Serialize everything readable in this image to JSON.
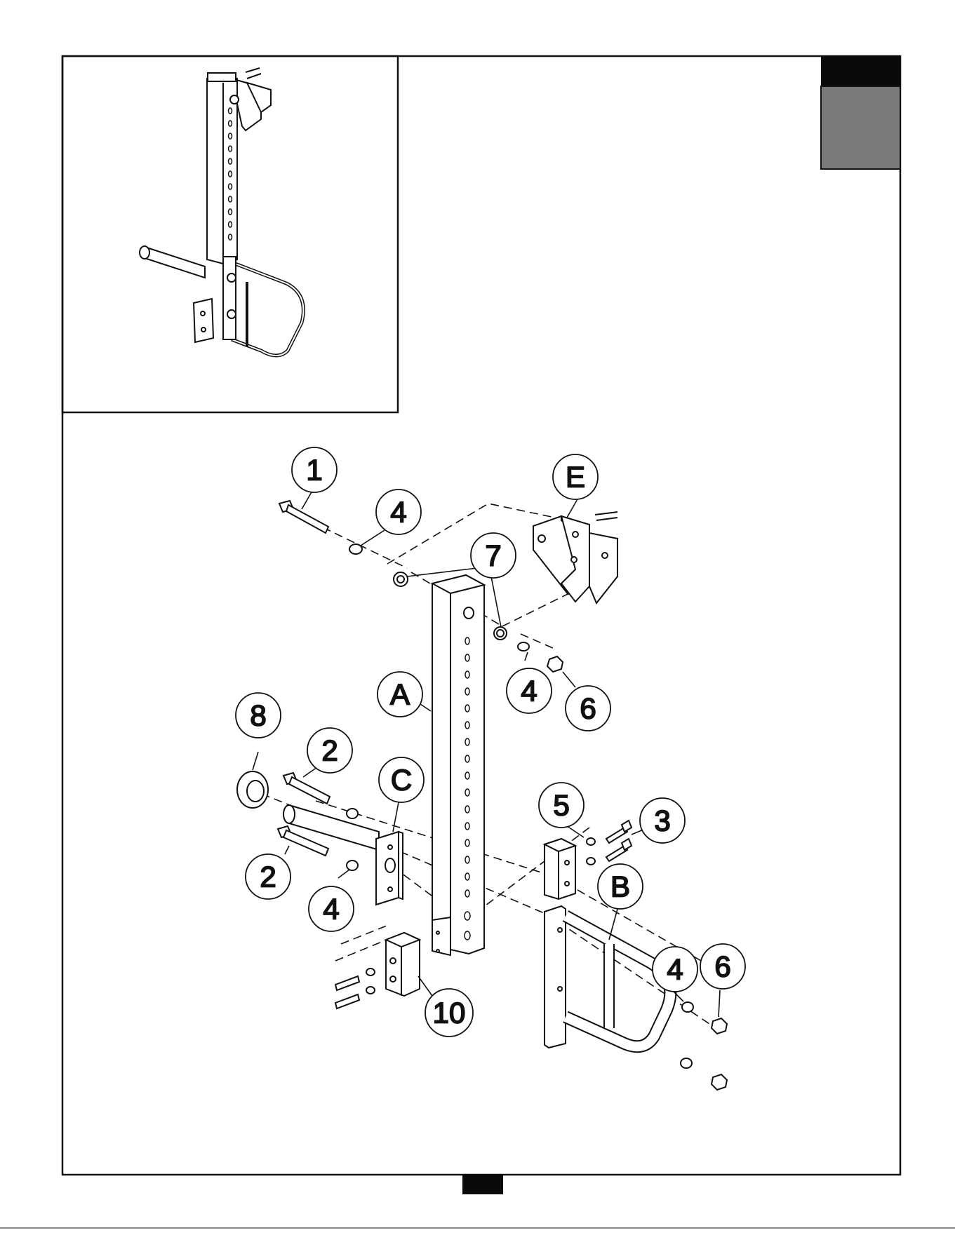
{
  "colors": {
    "ink": "#111111",
    "tab_black": "#0a0a0a",
    "tab_gray": "#7a7a7a",
    "page": "#ffffff"
  },
  "icons": {
    "step_tab": "step-tab-marker",
    "page_number_tab": "page-number-tab"
  },
  "callouts": [
    {
      "id": "part-1",
      "label": "1"
    },
    {
      "id": "part-4-top",
      "label": "4"
    },
    {
      "id": "part-7",
      "label": "7"
    },
    {
      "id": "part-E",
      "label": "E"
    },
    {
      "id": "part-A",
      "label": "A"
    },
    {
      "id": "part-4-mid",
      "label": "4"
    },
    {
      "id": "part-6-top",
      "label": "6"
    },
    {
      "id": "part-8",
      "label": "8"
    },
    {
      "id": "part-2-top",
      "label": "2"
    },
    {
      "id": "part-C",
      "label": "C"
    },
    {
      "id": "part-5",
      "label": "5"
    },
    {
      "id": "part-3",
      "label": "3"
    },
    {
      "id": "part-2-bottom",
      "label": "2"
    },
    {
      "id": "part-4-left",
      "label": "4"
    },
    {
      "id": "part-B",
      "label": "B"
    },
    {
      "id": "part-4-right",
      "label": "4"
    },
    {
      "id": "part-6-bottom",
      "label": "6"
    },
    {
      "id": "part-10",
      "label": "10"
    }
  ]
}
